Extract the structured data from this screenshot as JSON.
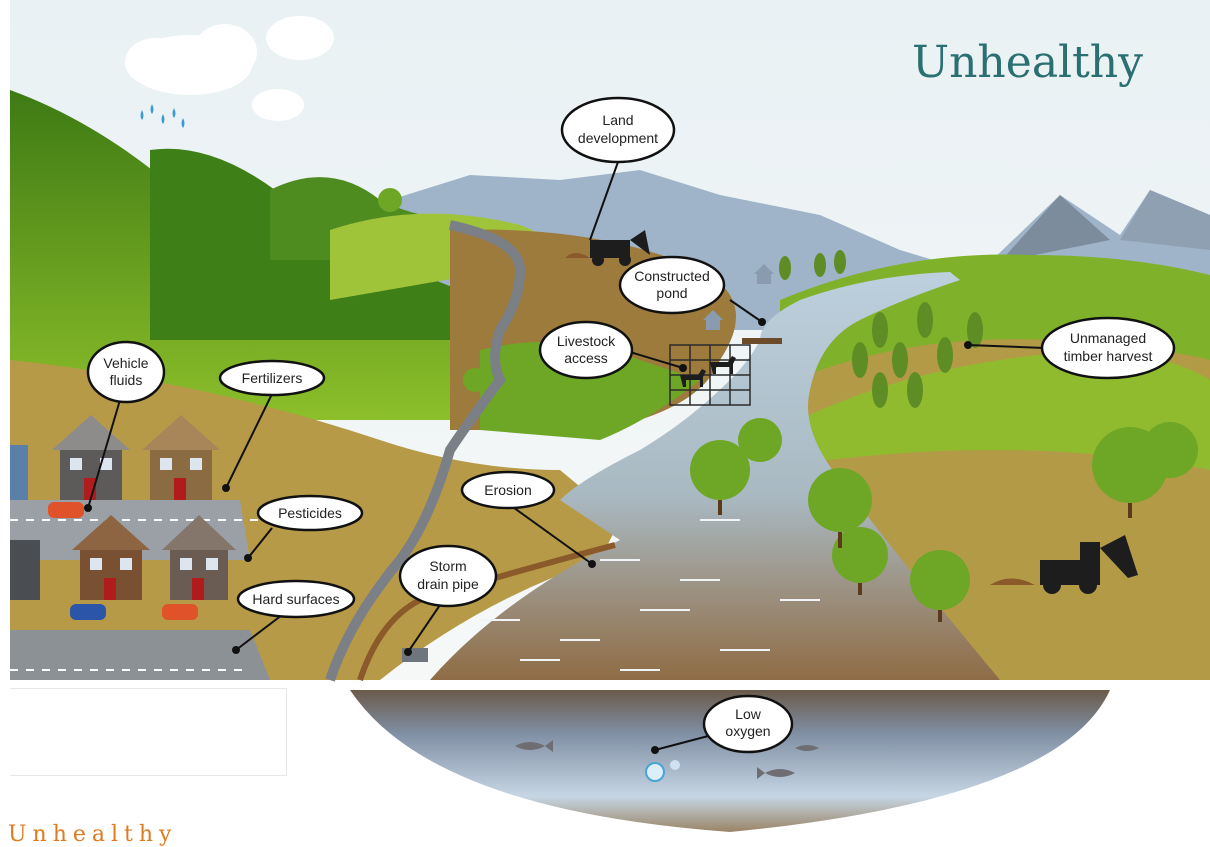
{
  "title": "Unhealthy",
  "bottom_caption": "Unhealthy",
  "callouts": {
    "land_development": [
      "Land",
      "development"
    ],
    "constructed_pond": [
      "Constructed",
      "pond"
    ],
    "livestock_access": [
      "Livestock",
      "access"
    ],
    "unmanaged_timber": [
      "Unmanaged",
      "timber harvest"
    ],
    "vehicle_fluids": [
      "Vehicle",
      "fluids"
    ],
    "fertilizers": [
      "Fertilizers"
    ],
    "pesticides": [
      "Pesticides"
    ],
    "erosion": [
      "Erosion"
    ],
    "storm_drain": [
      "Storm",
      "drain pipe"
    ],
    "hard_surfaces": [
      "Hard surfaces"
    ],
    "low_oxygen": [
      "Low",
      "oxygen"
    ]
  },
  "colors": {
    "title": "#2a6f72",
    "caption": "#e07a1f",
    "sky": "#eef4f6",
    "grass_dark": "#4f8a1c",
    "grass_light": "#8bbf2a",
    "dirt": "#9c7b3c",
    "river": "#b7c9d6",
    "muddy_water": "#8a6a44"
  }
}
